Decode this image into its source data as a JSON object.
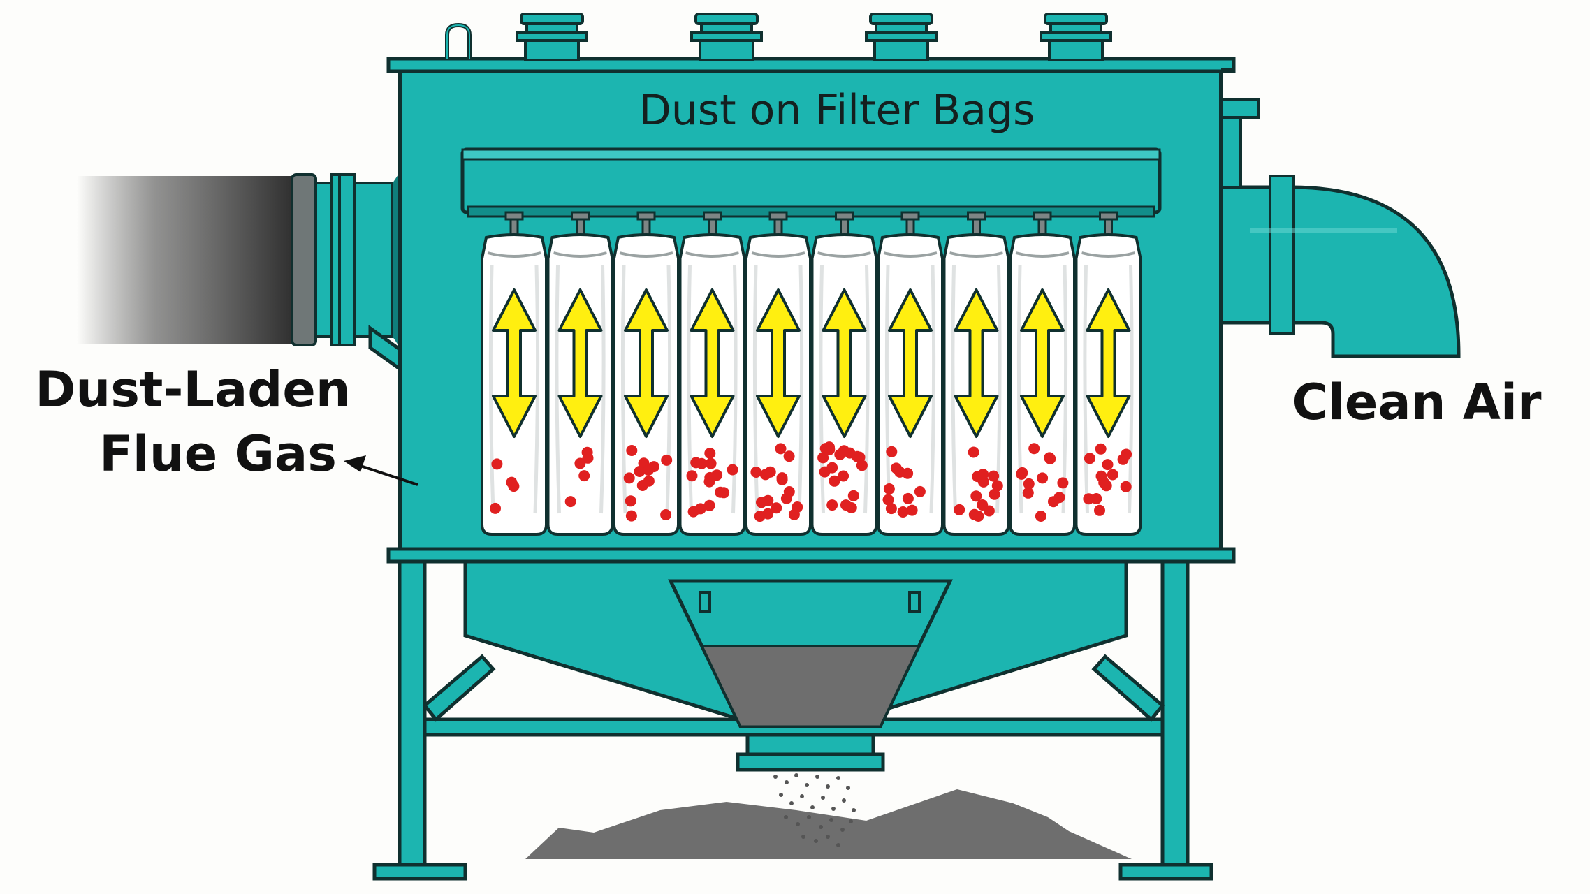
{
  "labels": {
    "top": "Dust on Filter Bags",
    "inlet_line1": "Dust-Laden",
    "inlet_line2": "Flue Gas",
    "outlet": "Clean Air"
  },
  "colors": {
    "housing": "#1cb5b0",
    "housing_dark": "#0f7f7c",
    "outline": "#10302f",
    "bag": "#ffffff",
    "bag_shade": "#dfe2e2",
    "arrow": "#ffef10",
    "dust_particle": "#e02020",
    "dust_pile": "#6e6e6e",
    "background": "#fdfdfb"
  },
  "filter_bags": {
    "count": 10,
    "arrow": "double-headed-vertical-arrow"
  }
}
